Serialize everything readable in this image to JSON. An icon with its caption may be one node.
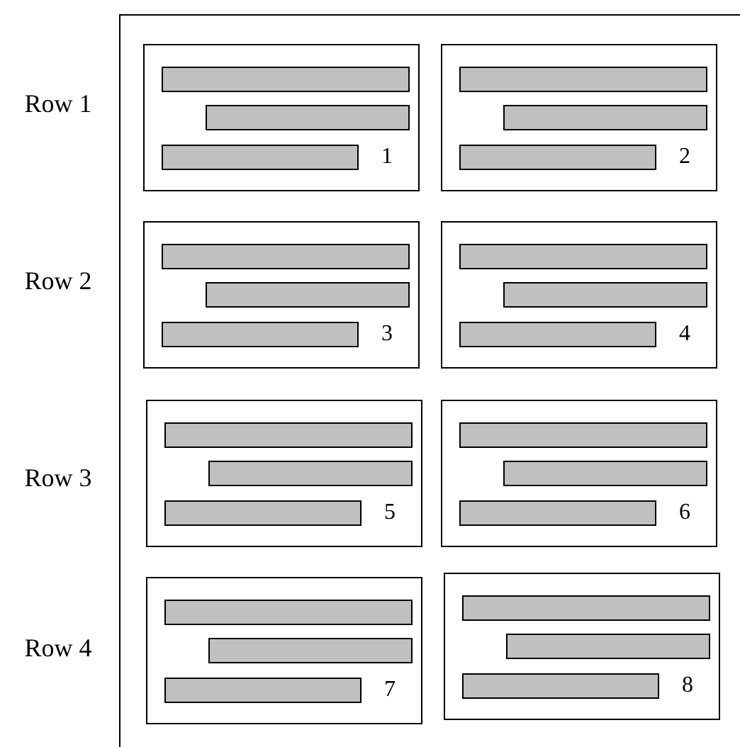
{
  "diagram": {
    "nodes": [
      {
        "text": [
          "1"
        ]
      },
      {
        "text": [
          "2"
        ]
      },
      {
        "text": [
          "3"
        ]
      },
      {
        "text": [
          "4"
        ]
      },
      {
        "text": [
          "5"
        ]
      },
      {
        "text": [
          "6"
        ]
      },
      {
        "text": [
          "7"
        ]
      },
      {
        "text": [
          "8"
        ]
      }
    ],
    "labels": [
      "Row 1",
      "Row 2",
      "Row 3",
      "Row 4"
    ]
  }
}
